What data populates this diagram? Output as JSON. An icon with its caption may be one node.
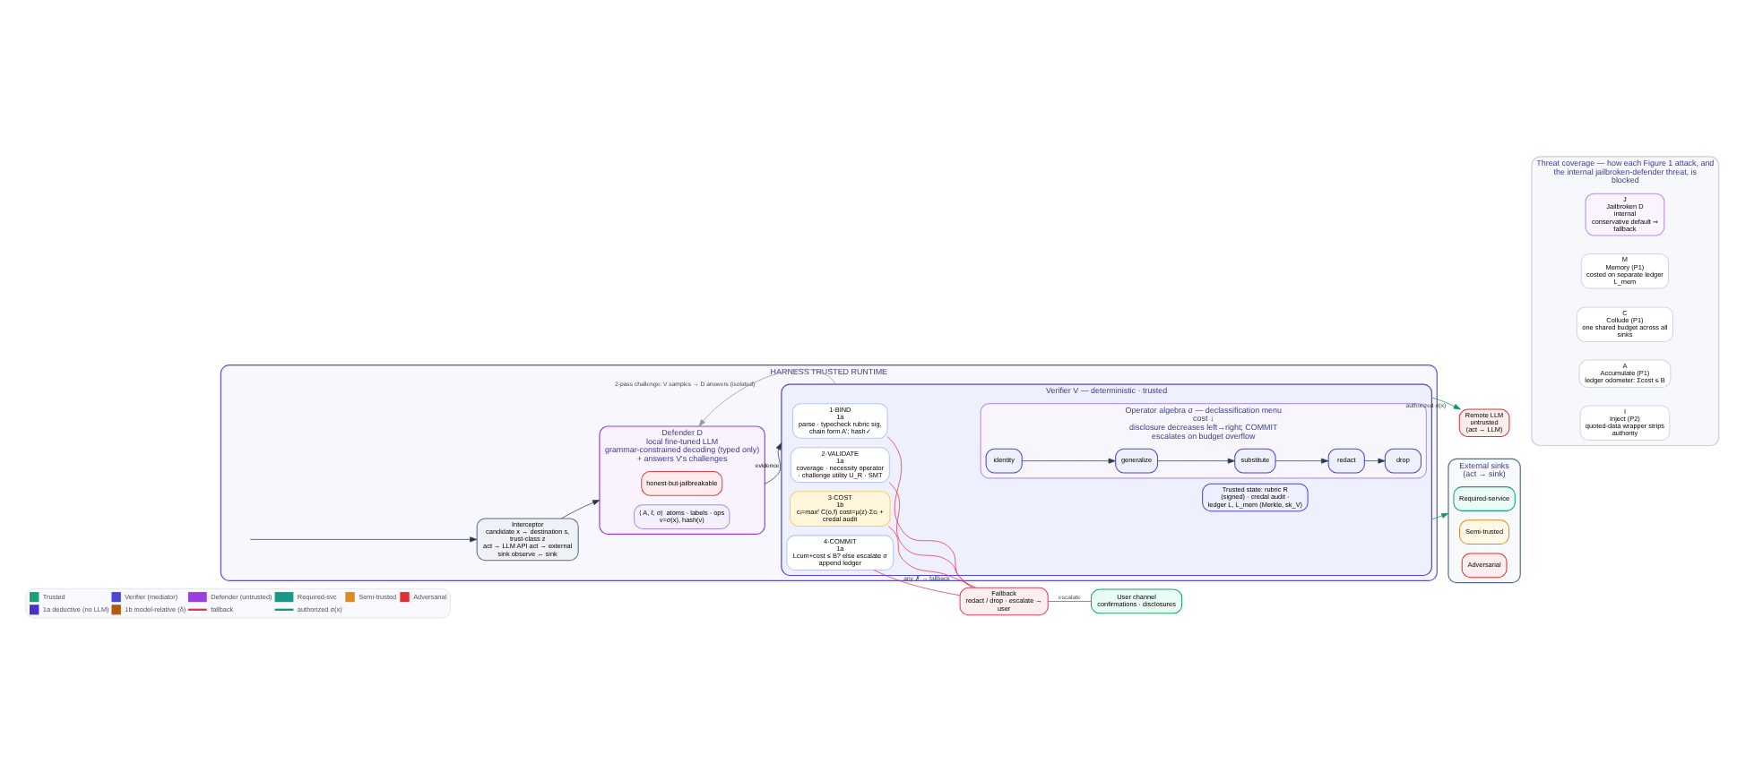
{
  "diagram": {
    "nodes": [
      {
        "text": [
          "HARNESS TRUSTED RUNTIME"
        ]
      },
      {
        "text": [
          "Interceptor",
          "candidate x → destination s, trust-class z",
          "act → LLM API act → external sink observe ← sink"
        ],
        "in": 0
      },
      {
        "text": [
          "Defender D",
          "local fine-tuned LLM",
          "grammar-constrained decoding (typed only)",
          "+ answers V's challenges"
        ],
        "in": 0
      },
      {
        "text": [
          "honest-but-jailbreakable"
        ],
        "in": 2
      },
      {
        "text": [
          "⟨A, ℓ, σ⟩ atoms · labels · ops v=σ(x), hash(v)"
        ],
        "in": 2
      },
      {
        "text": [
          "Verifier V — deterministic · trusted"
        ],
        "in": 0
      },
      {
        "text": [
          "1·BIND",
          "1a",
          "parse · typecheck rubric sig, chain form A′; hash✓"
        ],
        "in": 5
      },
      {
        "text": [
          "2·VALIDATE",
          "1a",
          "coverage · necessity operator · challenge utility U_R · SMT"
        ],
        "in": 5
      },
      {
        "text": [
          "3·COST",
          "1b",
          "cᵢ=maxᶠ C(o,f) cost=μ(z)·Σcᵢ + credal audit"
        ],
        "in": 5
      },
      {
        "text": [
          "4·COMMIT",
          "1a",
          "Lcum+cost ≤ B? else escalate σ append ledger"
        ],
        "in": 5
      },
      {
        "text": [
          "Operator algebra σ — declassification menu",
          "cost ↓",
          "disclosure decreases left→right; COMMIT escalates on budget overflow"
        ],
        "in": 5
      },
      {
        "text": [
          "identity"
        ],
        "in": 10
      },
      {
        "text": [
          "generalize"
        ],
        "in": 10
      },
      {
        "text": [
          "substitute"
        ],
        "in": 10
      },
      {
        "text": [
          "redact"
        ],
        "in": 10
      },
      {
        "text": [
          "drop"
        ],
        "in": 10
      },
      {
        "text": [
          "Trusted state: rubric R (signed) · credal audit · ledger L, L_mem (Merkle, sk_V)"
        ],
        "in": 5
      },
      {
        "text": [
          "Remote LLM",
          "untrusted",
          "(act → LLM)"
        ]
      },
      {
        "text": [
          "External sinks",
          "(act → sink)"
        ]
      },
      {
        "text": [
          "Required-service"
        ],
        "in": 18
      },
      {
        "text": [
          "Semi-trusted"
        ],
        "in": 18
      },
      {
        "text": [
          "Adversarial"
        ],
        "in": 18
      },
      {
        "text": [
          "Fallback",
          "redact / drop · escalate → user"
        ]
      },
      {
        "text": [
          "User channel",
          "confirmations · disclosures"
        ]
      },
      {
        "text": [
          "Threat coverage — how each Figure 1 attack, and the internal jailbroken-defender threat, is blocked"
        ]
      },
      {
        "text": [
          "I",
          "Inject (P2)",
          "quoted-data wrapper strips authority"
        ],
        "in": 24
      },
      {
        "text": [
          "A",
          "Accumulate (P1)",
          "ledger odometer: Σcost ≤ B"
        ],
        "in": 24
      },
      {
        "text": [
          "C",
          "Collude (P1)",
          "one shared budget across all sinks"
        ],
        "in": 24
      },
      {
        "text": [
          "M",
          "Memory (P1)",
          "costed on separate ledger L_mem"
        ],
        "in": 24
      },
      {
        "text": [
          "J",
          "Jailbroken D",
          "internal",
          "conservative default ⇒ fallback"
        ],
        "in": 24
      }
    ],
    "edges": [
      {
        "from": null,
        "to": 1,
        "arrow": "to"
      },
      {
        "from": 1,
        "to": 2,
        "arrow": "to"
      },
      {
        "from": 2,
        "to": 5,
        "arrow": "to",
        "label": "evidence"
      },
      {
        "from": 5,
        "to": 2,
        "arrow": "to",
        "label": "2-pass challenge: V samples → D answers (isolated)",
        "color": "#999999"
      },
      {
        "from": 11,
        "to": 12,
        "arrow": "to"
      },
      {
        "from": 12,
        "to": 13,
        "arrow": "to"
      },
      {
        "from": 13,
        "to": 14,
        "arrow": "to"
      },
      {
        "from": 14,
        "to": 15,
        "arrow": "to"
      },
      {
        "from": 5,
        "to": 17,
        "arrow": "to",
        "label": "authorized σ(x)",
        "color": "#11966a"
      },
      {
        "from": 5,
        "to": 18,
        "arrow": "to",
        "color": "#11966a"
      },
      {
        "from": 6,
        "to": 22,
        "arrow": "none",
        "color": "#e0304e"
      },
      {
        "from": 7,
        "to": 22,
        "arrow": "none",
        "color": "#e0304e"
      },
      {
        "from": 8,
        "to": 22,
        "arrow": "none",
        "color": "#e0304e"
      },
      {
        "from": 9,
        "to": 22,
        "arrow": "none",
        "color": "#e0304e",
        "label": "any ✗ → fallback"
      },
      {
        "from": 22,
        "to": 23,
        "arrow": "none",
        "color": "#e0304e",
        "label": "escalate"
      }
    ],
    "legend": [
      {
        "text": "Trusted",
        "color": "#16a37b"
      },
      {
        "text": "Verifier (mediator)",
        "color": "#4a46d8"
      },
      {
        "text": "Defender (untrusted)",
        "color": "#9b3fe0"
      },
      {
        "text": "Required-svc",
        "color": "#18998a"
      },
      {
        "text": "Semi-trusted",
        "color": "#e08a1c"
      },
      {
        "text": "Adversarial",
        "color": "#e03030"
      },
      {
        "text": "1a deductive (no LLM)",
        "color": "#4433cc"
      },
      {
        "text": "1b model-relative (δ)",
        "color": "#b35a10"
      },
      {
        "text": "fallback"
      },
      {
        "text": "authorized σ(x)"
      }
    ]
  }
}
